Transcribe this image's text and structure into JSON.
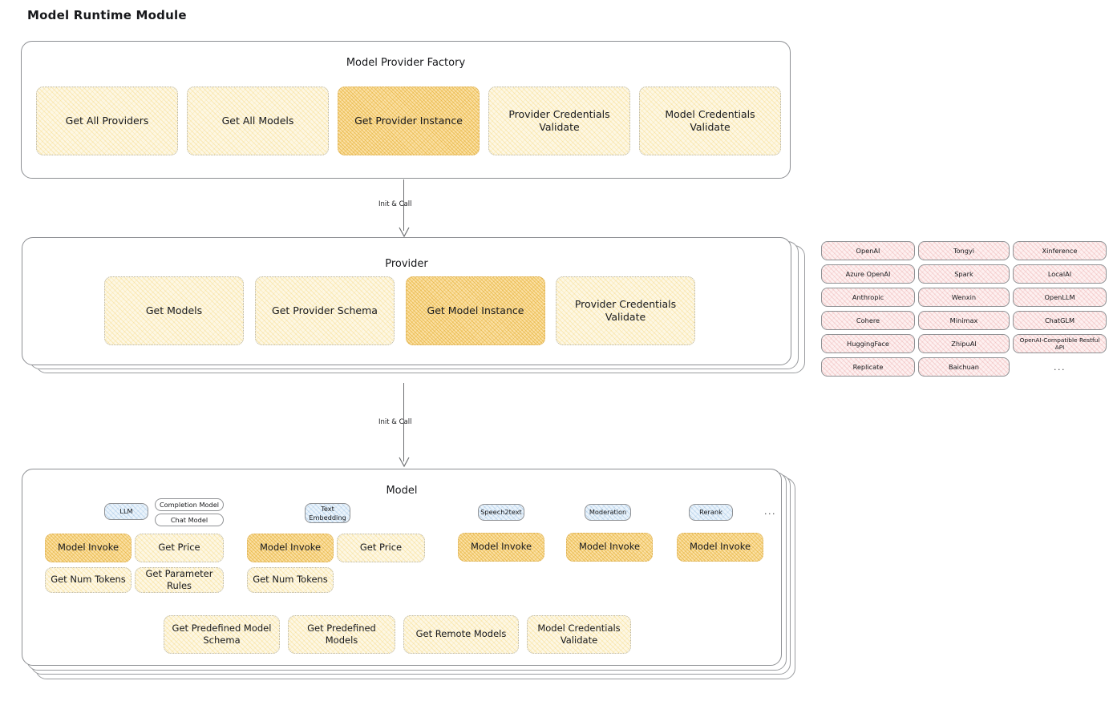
{
  "title": "Model Runtime Module",
  "colors": {
    "fill_light": "#fdf7e4",
    "fill_strong": "#fbe0a4",
    "fill_pink": "#fdf0f0",
    "fill_blue": "#eaf3fb",
    "stroke": "#8d8f93",
    "dotted": "#b9b6a8"
  },
  "factory": {
    "title": "Model Provider Factory",
    "cards": [
      {
        "label": "Get All Providers",
        "highlight": false
      },
      {
        "label": "Get All Models",
        "highlight": false
      },
      {
        "label": "Get Provider Instance",
        "highlight": true
      },
      {
        "label": "Provider Credentials Validate",
        "highlight": false
      },
      {
        "label": "Model Credentials Validate",
        "highlight": false
      }
    ]
  },
  "connector_top": {
    "label": "Init & Call"
  },
  "provider": {
    "title": "Provider",
    "cards": [
      {
        "label": "Get Models",
        "highlight": false
      },
      {
        "label": "Get Provider Schema",
        "highlight": false
      },
      {
        "label": "Get Model Instance",
        "highlight": true
      },
      {
        "label": "Provider Credentials Validate",
        "highlight": false
      }
    ]
  },
  "connector_bottom": {
    "label": "Init & Call"
  },
  "provider_list": {
    "columns": [
      {
        "items": [
          "OpenAI",
          "Azure OpenAI",
          "Anthropic",
          "Cohere",
          "HuggingFace",
          "Replicate"
        ],
        "more": false
      },
      {
        "items": [
          "Tongyi",
          "Spark",
          "Wenxin",
          "Minimax",
          "ZhipuAI",
          "Baichuan"
        ],
        "more": false
      },
      {
        "items": [
          "Xinference",
          "LocalAI",
          "OpenLLM",
          "ChatGLM",
          "OpenAI-Compatible Restful API"
        ],
        "more": true,
        "more_label": "..."
      }
    ]
  },
  "model": {
    "title": "Model",
    "more_label": "...",
    "types": [
      {
        "name": "LLM",
        "subtypes": [
          "Completion Model",
          "Chat Model"
        ],
        "ops": [
          {
            "label": "Model Invoke",
            "highlight": true
          },
          {
            "label": "Get Price",
            "highlight": false
          },
          {
            "label": "Get Num Tokens",
            "highlight": false
          },
          {
            "label": "Get Parameter Rules",
            "highlight": false
          }
        ]
      },
      {
        "name": "Text Embedding",
        "subtypes": [],
        "ops": [
          {
            "label": "Model Invoke",
            "highlight": true
          },
          {
            "label": "Get Price",
            "highlight": false
          },
          {
            "label": "Get Num Tokens",
            "highlight": false
          }
        ]
      },
      {
        "name": "Speech2text",
        "subtypes": [],
        "ops": [
          {
            "label": "Model Invoke",
            "highlight": true
          }
        ]
      },
      {
        "name": "Moderation",
        "subtypes": [],
        "ops": [
          {
            "label": "Model Invoke",
            "highlight": true
          }
        ]
      },
      {
        "name": "Rerank",
        "subtypes": [],
        "ops": [
          {
            "label": "Model Invoke",
            "highlight": true
          }
        ]
      }
    ],
    "shared_ops": [
      "Get Predefined Model Schema",
      "Get Predefined Models",
      "Get Remote Models",
      "Model Credentials Validate"
    ]
  }
}
